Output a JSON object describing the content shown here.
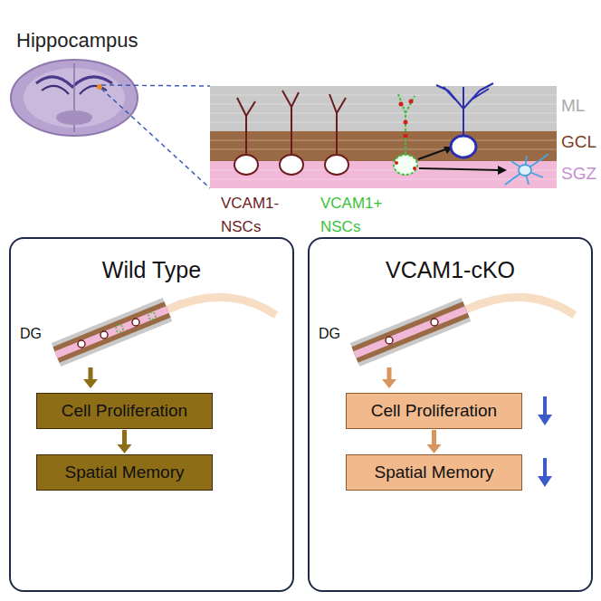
{
  "diagram": {
    "nodes": [
      {
        "text": [
          "Wild Type"
        ]
      },
      {
        "text": [
          "Cell Proliferation"
        ],
        "in": 0
      },
      {
        "text": [
          "Spatial Memory"
        ],
        "in": 0
      },
      {
        "text": [
          "VCAM1-cKO"
        ]
      },
      {
        "text": [
          "Cell Proliferation"
        ],
        "in": 3
      },
      {
        "text": [
          "Spatial Memory"
        ],
        "in": 3
      }
    ],
    "edges": [
      {
        "from": 1,
        "to": 2,
        "arrow": "to"
      },
      {
        "from": 4,
        "to": 5,
        "arrow": "to"
      }
    ],
    "labels": [
      "Hippocampus",
      "ML",
      "GCL",
      "SGZ",
      "VCAM1- NSCs",
      "VCAM1+ NSCs",
      "DG",
      "DG"
    ]
  }
}
